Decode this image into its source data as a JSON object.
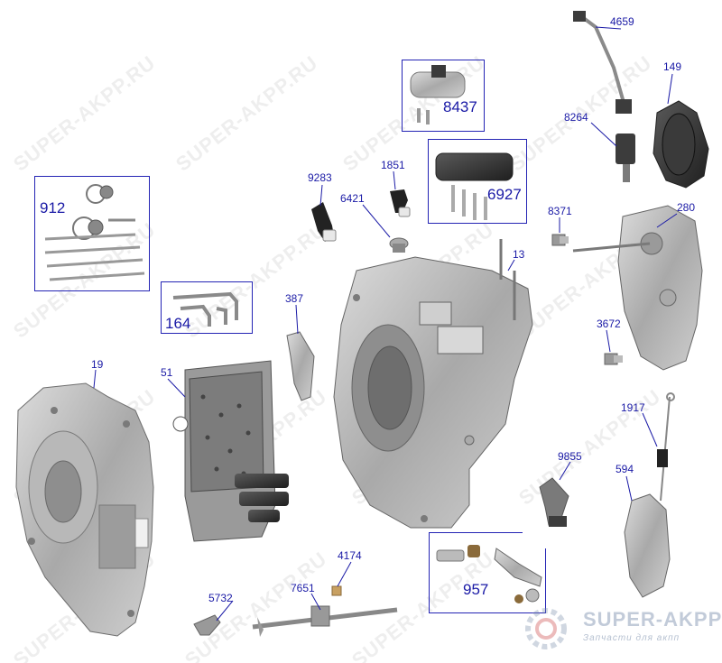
{
  "colors": {
    "label": "#1a1aa6",
    "box": "#2323b4",
    "part_dark": "#3c3c3c",
    "part_mid": "#8a8a8a",
    "part_light": "#c6c6c6"
  },
  "watermark": {
    "text": "SUPER-AKPP.RU",
    "brand_name": "SUPER-AKPP",
    "brand_tagline": "Запчасти для акпп"
  },
  "parts": [
    {
      "id": "4659"
    },
    {
      "id": "149"
    },
    {
      "id": "8437"
    },
    {
      "id": "8264"
    },
    {
      "id": "9283"
    },
    {
      "id": "1851"
    },
    {
      "id": "6421"
    },
    {
      "id": "6927"
    },
    {
      "id": "8371"
    },
    {
      "id": "280"
    },
    {
      "id": "912"
    },
    {
      "id": "13"
    },
    {
      "id": "164"
    },
    {
      "id": "387"
    },
    {
      "id": "3672"
    },
    {
      "id": "19"
    },
    {
      "id": "51"
    },
    {
      "id": "1917"
    },
    {
      "id": "9855"
    },
    {
      "id": "594"
    },
    {
      "id": "4174"
    },
    {
      "id": "957"
    },
    {
      "id": "5732"
    },
    {
      "id": "7651"
    }
  ]
}
